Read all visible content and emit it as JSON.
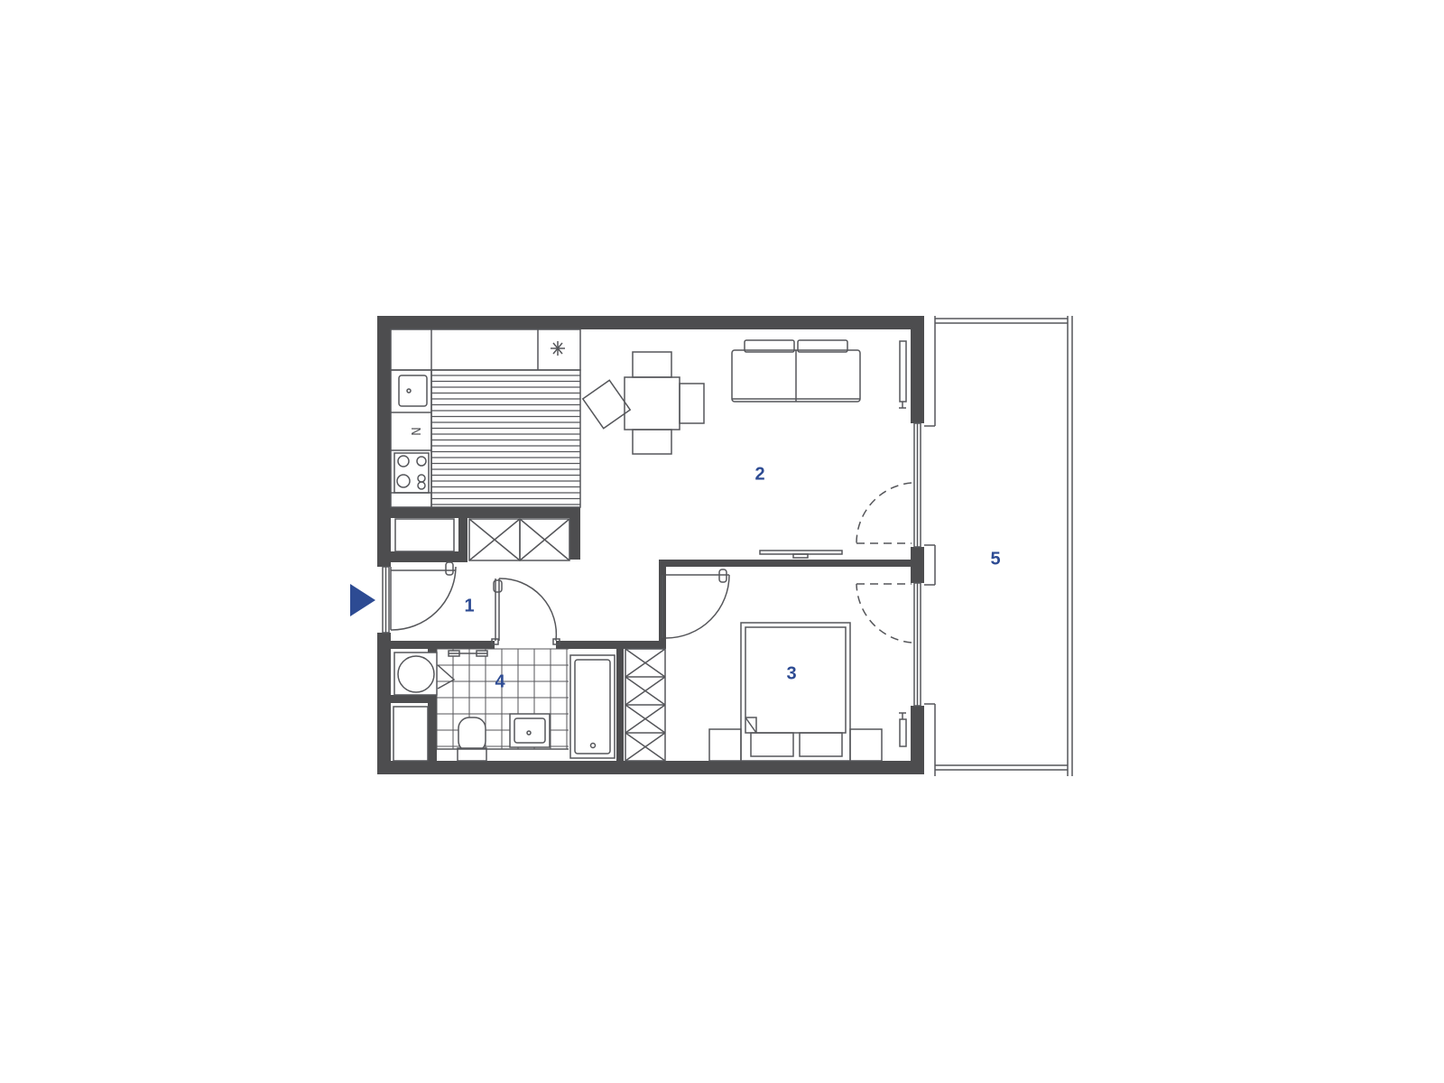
{
  "colors": {
    "wall": "#4d4d4f",
    "line": "#55565a",
    "label": "#2d4b93",
    "entrance_marker": "#2d4b93",
    "background": "#ffffff"
  },
  "rooms": [
    {
      "id": "hall",
      "label": "1"
    },
    {
      "id": "living-kitchen",
      "label": "2"
    },
    {
      "id": "bedroom",
      "label": "3"
    },
    {
      "id": "bathroom",
      "label": "4"
    },
    {
      "id": "balcony",
      "label": "5"
    }
  ],
  "entrance": {
    "icon": "entrance-arrow-icon"
  }
}
